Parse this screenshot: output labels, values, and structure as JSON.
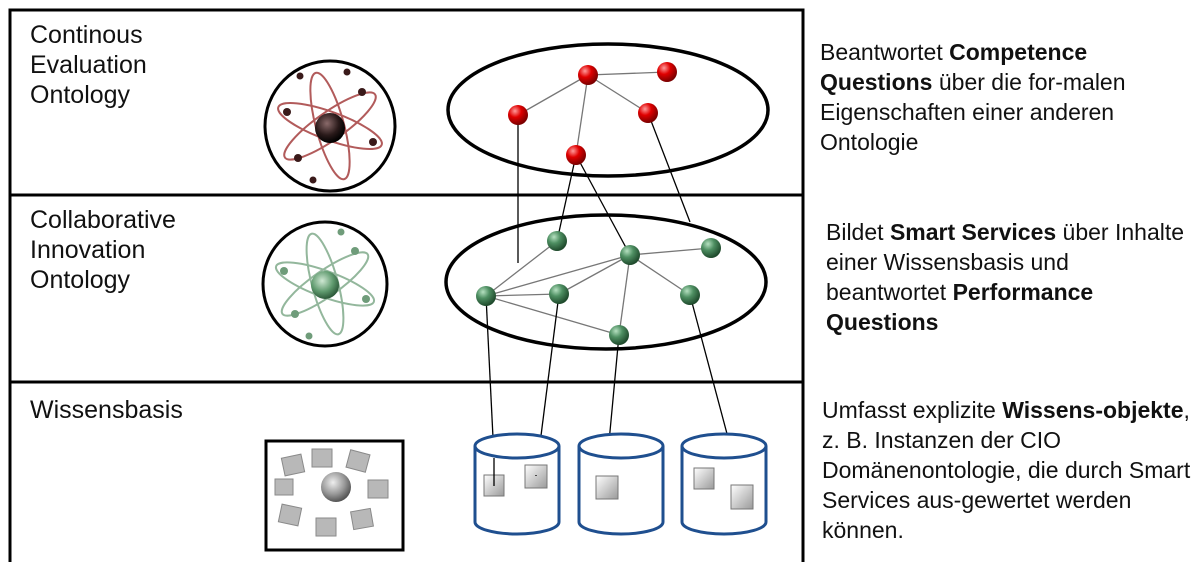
{
  "layers": [
    {
      "label": "Continous\nEvaluation\nOntology",
      "description": [
        {
          "text": "Beantwortet  ",
          "bold": false
        },
        {
          "text": "Competence Questions",
          "bold": true
        },
        {
          "text": " über die for-malen Eigenschaften einer anderen Ontologie",
          "bold": false
        }
      ],
      "node_color": "#d40000"
    },
    {
      "label": "Collaborative\nInnovation\nOntology",
      "description": [
        {
          "text": "Bildet ",
          "bold": false
        },
        {
          "text": "Smart Services",
          "bold": true
        },
        {
          "text": " über Inhalte einer Wissensbasis und beantwortet ",
          "bold": false
        },
        {
          "text": "Performance Questions",
          "bold": true
        }
      ],
      "node_color": "#3f7f57"
    },
    {
      "label": "Wissensbasis",
      "description": [
        {
          "text": "Umfasst explizite ",
          "bold": false
        },
        {
          "text": "Wissens-objekte",
          "bold": true
        },
        {
          "text": ", z. B. Instanzen der CIO Domänenontologie, die durch Smart Services aus-gewertet werden können.",
          "bold": false
        }
      ],
      "node_color": "#1f4f8f"
    }
  ],
  "icons": [
    "red-atom-icon",
    "green-atom-icon",
    "cube-network-icon",
    "database-cylinder-icon",
    "document-icon"
  ]
}
